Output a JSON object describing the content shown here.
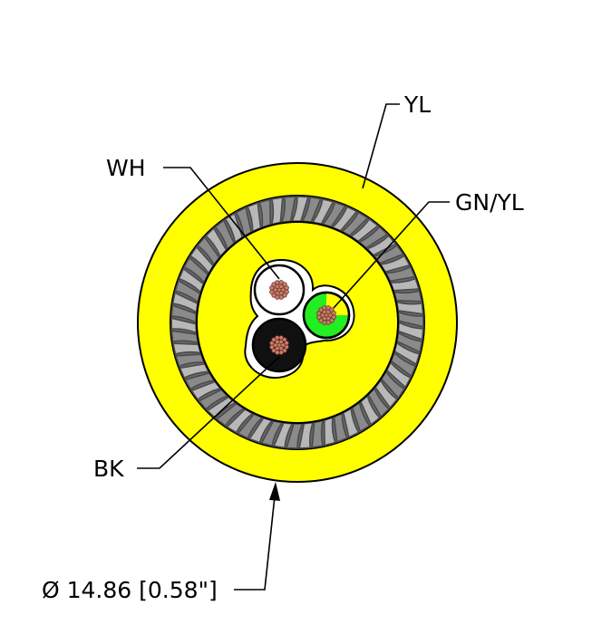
{
  "diagram": {
    "labels": {
      "jacket": "YL",
      "conductor_white": "WH",
      "conductor_green_yellow": "GN/YL",
      "conductor_black": "BK",
      "diameter": "Ø 14.86 [0.58\"]"
    },
    "colors": {
      "jacket": "#ffff00",
      "shield_dark": "#4a4a4a",
      "shield_mid": "#8a8a8a",
      "shield_light": "#b8b8b8",
      "copper": "#c87f6e",
      "copper_dark": "#6a2e22",
      "white_insulation": "#ffffff",
      "black_insulation": "#101010",
      "green_insulation": "#22ee22",
      "yellow_stripe": "#ffff00",
      "leader": "#000000"
    },
    "icons": [
      "conductor-strand-icon",
      "dimension-arrow-icon"
    ]
  }
}
